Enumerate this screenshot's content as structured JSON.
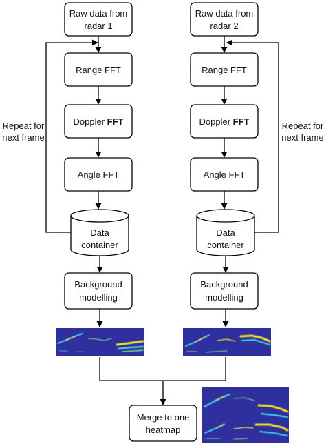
{
  "left_pipeline": {
    "source_line1": "Raw  data from",
    "source_line2": "radar 1",
    "range_fft": "Range FFT",
    "doppler_fft_prefix": "Doppler ",
    "doppler_fft_bold": "FFT",
    "angle_fft": "Angle FFT",
    "container_line1": "Data",
    "container_line2": "container",
    "background_line1": "Background",
    "background_line2": "modelling",
    "loop_line1": "Repeat for",
    "loop_line2": "next frame"
  },
  "right_pipeline": {
    "source_line1": "Raw  data from",
    "source_line2": "radar 2",
    "range_fft": "Range FFT",
    "doppler_fft_prefix": "Doppler ",
    "doppler_fft_bold": "FFT",
    "angle_fft": "Angle FFT",
    "container_line1": "Data",
    "container_line2": "container",
    "background_line1": "Background",
    "background_line2": "modelling",
    "loop_line1": "Repeat for",
    "loop_line2": "next frame"
  },
  "merge": {
    "line1": "Merge to one",
    "line2": "heatmap"
  },
  "colors": {
    "heatmap_background": "#2f2fa0",
    "heatmap_trace_cyan": "#3ad6e0",
    "heatmap_trace_yellow": "#f2e21a",
    "heatmap_trace_green": "#7ee07a",
    "box_stroke": "#000000",
    "arrow": "#000000"
  }
}
